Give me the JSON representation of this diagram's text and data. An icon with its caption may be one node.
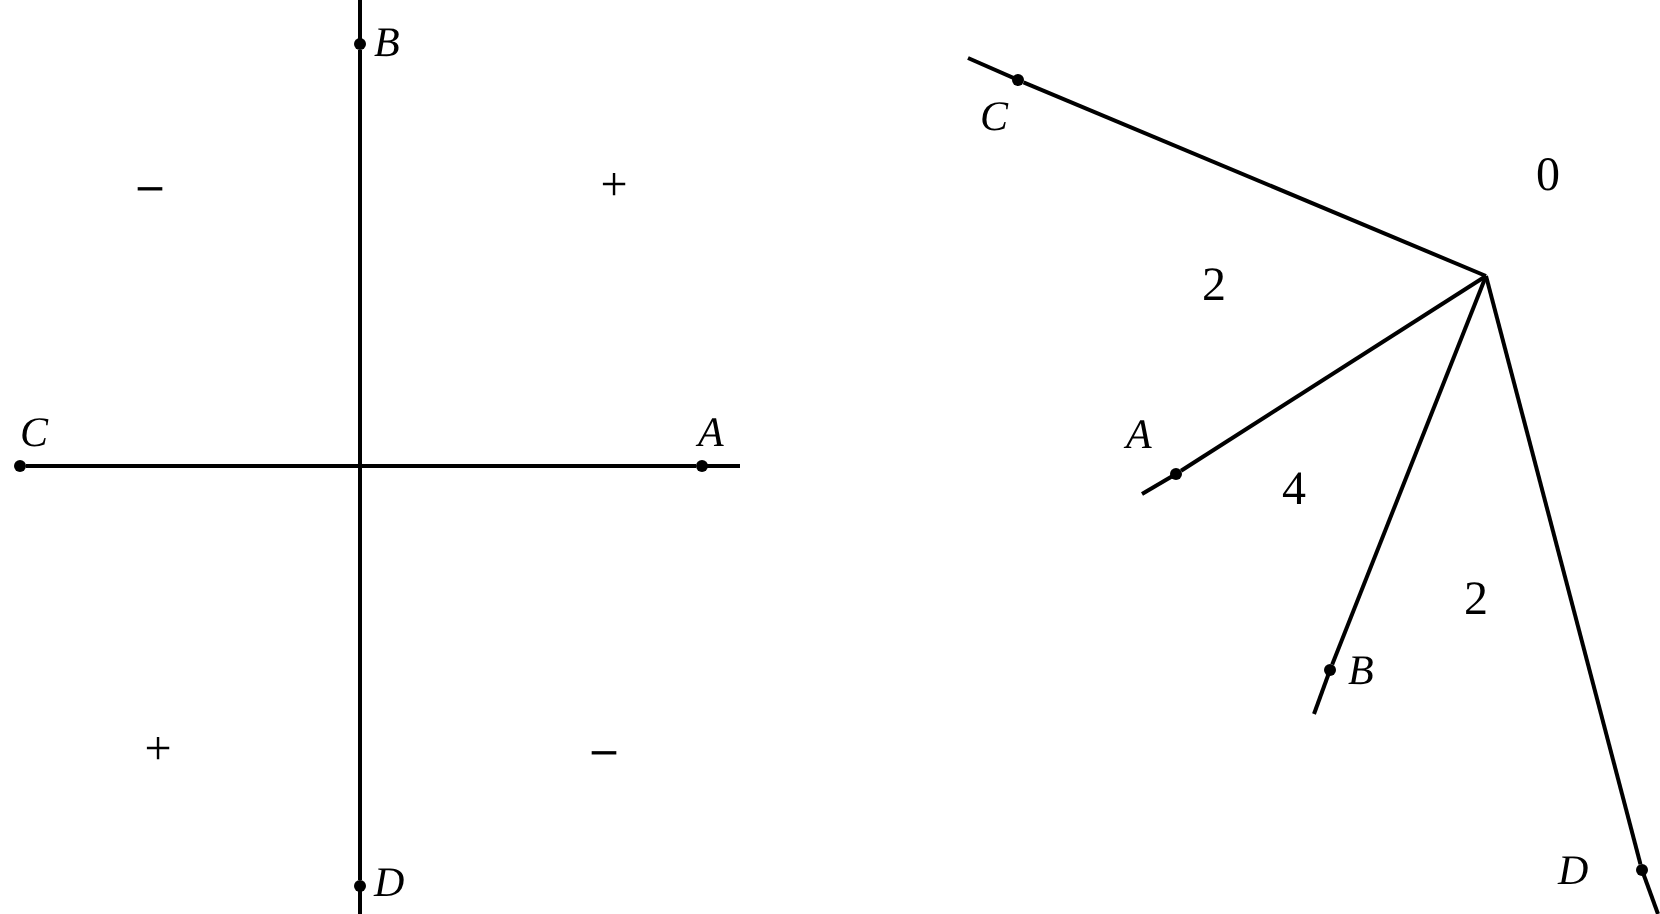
{
  "diagram": {
    "nodes": [
      {
        "text": [
          "B"
        ]
      },
      {
        "text": [
          "C"
        ]
      },
      {
        "text": [
          "A"
        ]
      },
      {
        "text": [
          "D"
        ]
      },
      {
        "text": [
          "C"
        ]
      },
      {
        "text": [
          "A"
        ]
      },
      {
        "text": [
          "B"
        ]
      },
      {
        "text": [
          "D"
        ]
      }
    ],
    "edges": [
      {
        "from": 1,
        "to": 2,
        "arrow": "none"
      },
      {
        "from": 0,
        "to": 3,
        "arrow": "none"
      },
      {
        "from": null,
        "to": 4,
        "arrow": "none"
      },
      {
        "from": null,
        "to": 5,
        "arrow": "none"
      },
      {
        "from": null,
        "to": 6,
        "arrow": "none"
      },
      {
        "from": null,
        "to": 7,
        "arrow": "none"
      }
    ],
    "labels": [
      "–",
      "+",
      "0",
      "2",
      "4",
      "+",
      "–",
      "2"
    ]
  }
}
